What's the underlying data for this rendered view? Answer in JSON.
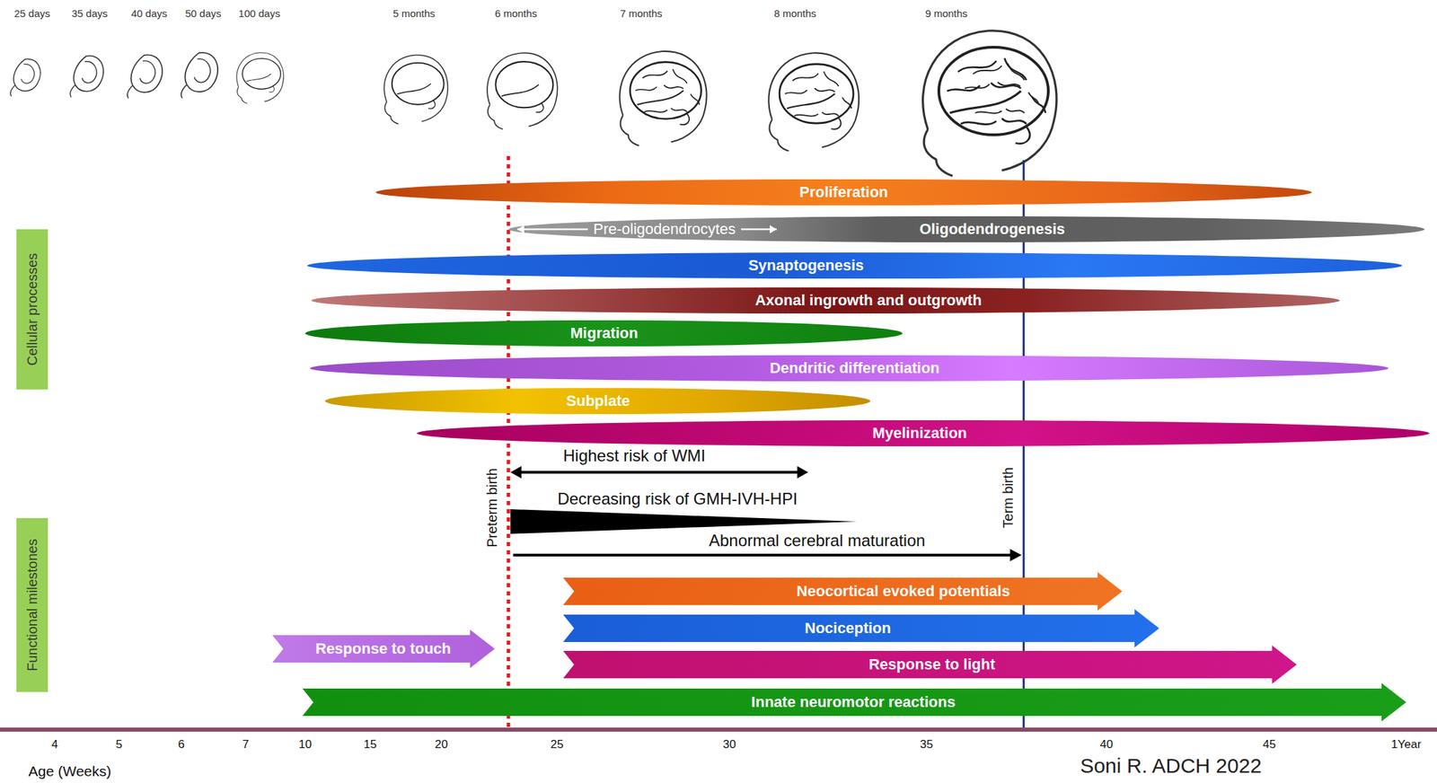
{
  "diagram": {
    "caption": "Soni R. ADCH 2022",
    "nodes": [
      {
        "text": [
          "Cellular processes"
        ]
      },
      {
        "text": [
          "Proliferation"
        ]
      },
      {
        "text": [
          "Pre-oligodendrocytes",
          "Oligodendrogenesis"
        ]
      },
      {
        "text": [
          "Synaptogenesis"
        ]
      },
      {
        "text": [
          "Axonal ingrowth and outgrowth"
        ]
      },
      {
        "text": [
          "Migration"
        ]
      },
      {
        "text": [
          "Dendritic differentiation"
        ]
      },
      {
        "text": [
          "Subplate"
        ]
      },
      {
        "text": [
          "Myelinization"
        ]
      },
      {
        "text": [
          "Functional milestones"
        ]
      },
      {
        "text": [
          "Neocortical evoked potentials"
        ]
      },
      {
        "text": [
          "Nociception"
        ]
      },
      {
        "text": [
          "Response to touch"
        ]
      },
      {
        "text": [
          "Response to light"
        ]
      },
      {
        "text": [
          "Innate neuromotor reactions"
        ]
      }
    ],
    "labels": [
      "25 days",
      "35 days",
      "40 days",
      "50 days",
      "100 days",
      "5 months",
      "6 months",
      "7 months",
      "8 months",
      "9 months",
      "Preterm birth",
      "Term birth",
      "Highest risk of WMI",
      "Decreasing risk of GMH-IVH-HPI",
      "Abnormal cerebral maturation",
      "4",
      "5",
      "6",
      "7",
      "10",
      "15",
      "20",
      "25",
      "30",
      "35",
      "40",
      "45",
      "1Year",
      "Age (Weeks)"
    ]
  }
}
